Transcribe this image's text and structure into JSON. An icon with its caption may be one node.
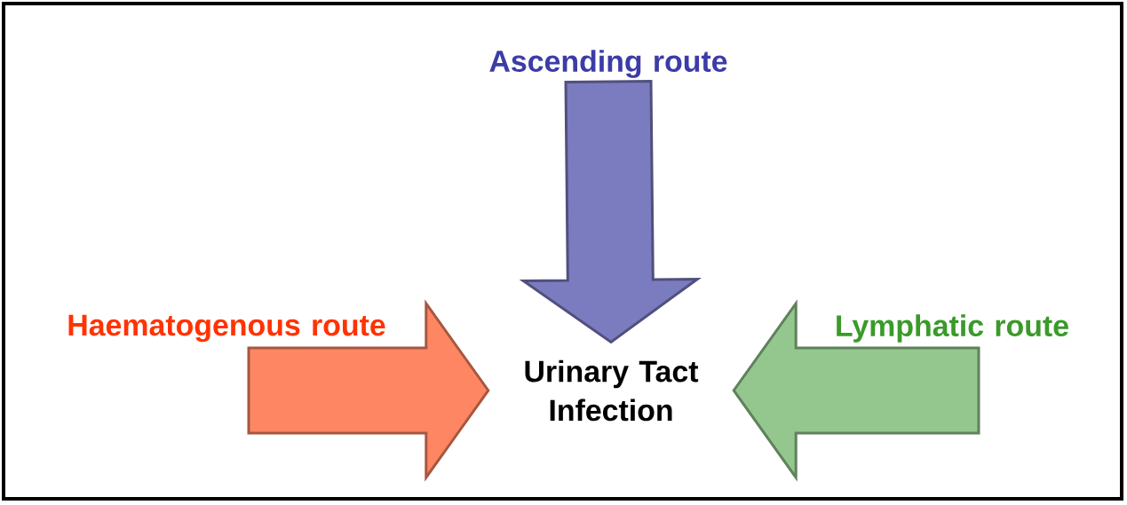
{
  "diagram": {
    "nodes": [
      {
        "text": [
          "Ascending route"
        ]
      },
      {
        "text": [
          "Haematogenous route"
        ]
      },
      {
        "text": [
          "Lymphatic route"
        ]
      },
      {
        "text": [
          "Urinary Tact Infection"
        ]
      }
    ],
    "edges": [
      {
        "from": 0,
        "to": 3,
        "arrow": "to",
        "color": "#7b7bc0"
      },
      {
        "from": 1,
        "to": 3,
        "arrow": "to",
        "color": "#ff8663"
      },
      {
        "from": 2,
        "to": 3,
        "arrow": "to",
        "color": "#93c78e"
      }
    ]
  }
}
